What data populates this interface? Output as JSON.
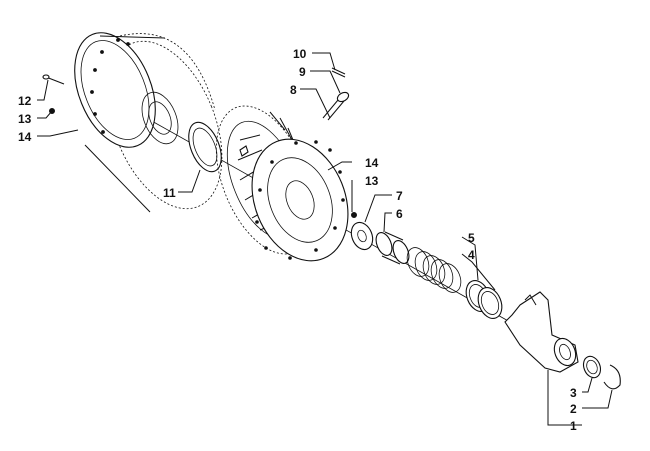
{
  "callouts": {
    "c10": "10",
    "c9": "9",
    "c8": "8",
    "c12": "12",
    "c13_left": "13",
    "c14_left": "14",
    "c11": "11",
    "c14_right": "14",
    "c13_right": "13",
    "c7": "7",
    "c6": "6",
    "c5": "5",
    "c4": "4",
    "c3": "3",
    "c2": "2",
    "c1": "1"
  }
}
